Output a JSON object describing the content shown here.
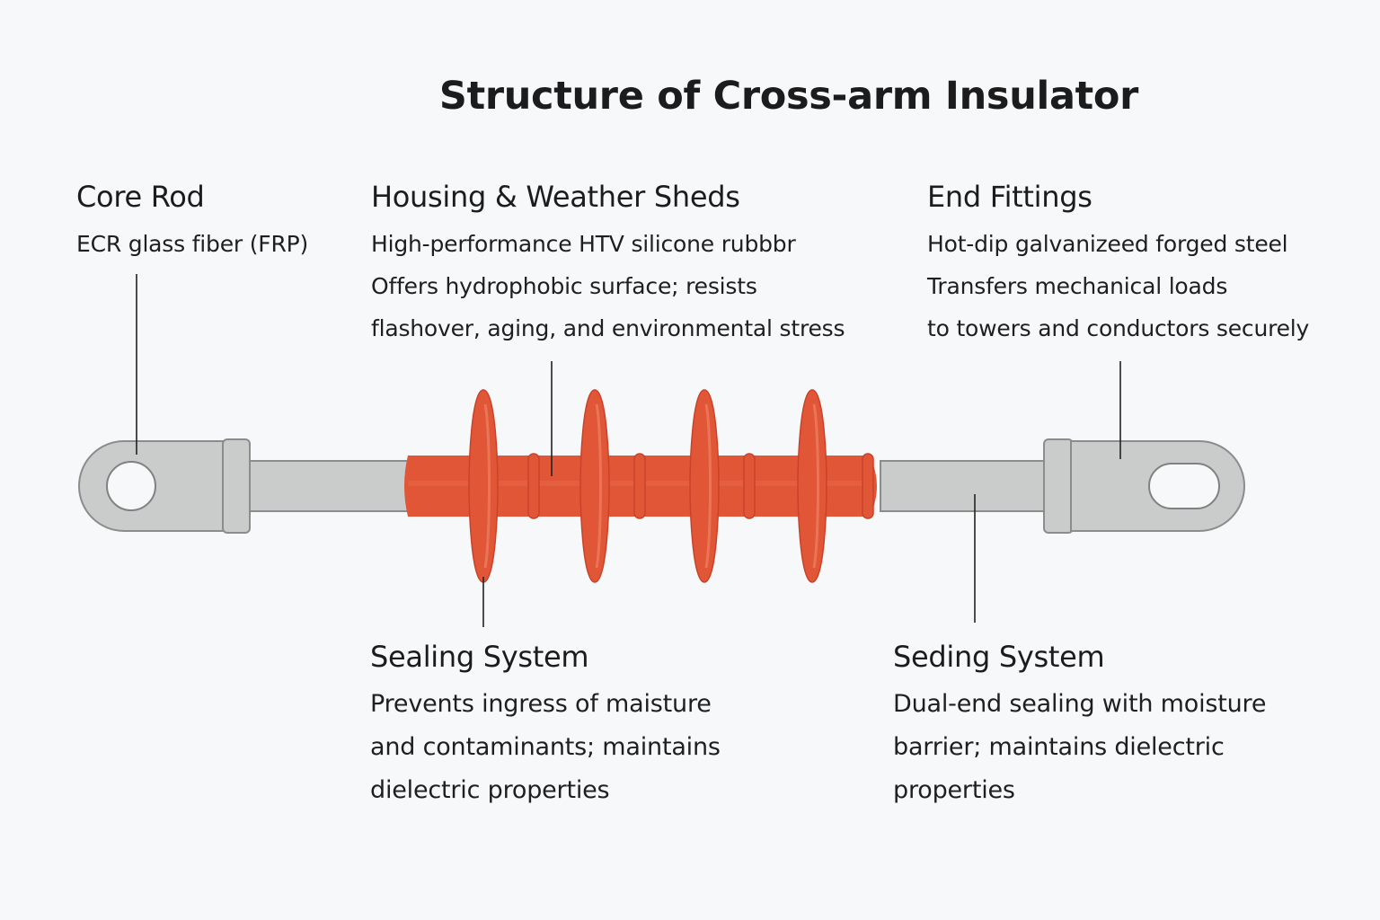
{
  "title": "Structure of Cross-arm Insulator",
  "colors": {
    "background": "#f7f8f9",
    "metal_fill": "#c9cccb",
    "metal_stroke": "#8a8d8c",
    "housing": "#e05636",
    "housing_shade": "#c9432a",
    "leader_line": "#222222"
  },
  "labels": {
    "core_rod": {
      "heading": "Core Rod",
      "lines": [
        "ECR glass fiber (FRP)"
      ]
    },
    "housing": {
      "heading": "Housing & Weather Sheds",
      "lines": [
        "High-performance HTV silicone rubbbr",
        "Offers hydrophobic surface; resists",
        "flashover, aging, and environmental  stress"
      ]
    },
    "end_fittings": {
      "heading": "End Fittings",
      "lines": [
        "Hot-dip galvanizeed forged steel",
        "Transfers mechanical loads",
        "to towers and conductors securely"
      ]
    },
    "sealing_left": {
      "heading": "Sealing System",
      "lines": [
        "Prevents ingress of maisture",
        "and contaminants; maintains",
        "dielectric properties"
      ]
    },
    "sealing_right": {
      "heading": "Seding System",
      "lines": [
        "Dual-end sealing with moisture",
        "barrier; maintains dielectric",
        "properties"
      ]
    }
  }
}
